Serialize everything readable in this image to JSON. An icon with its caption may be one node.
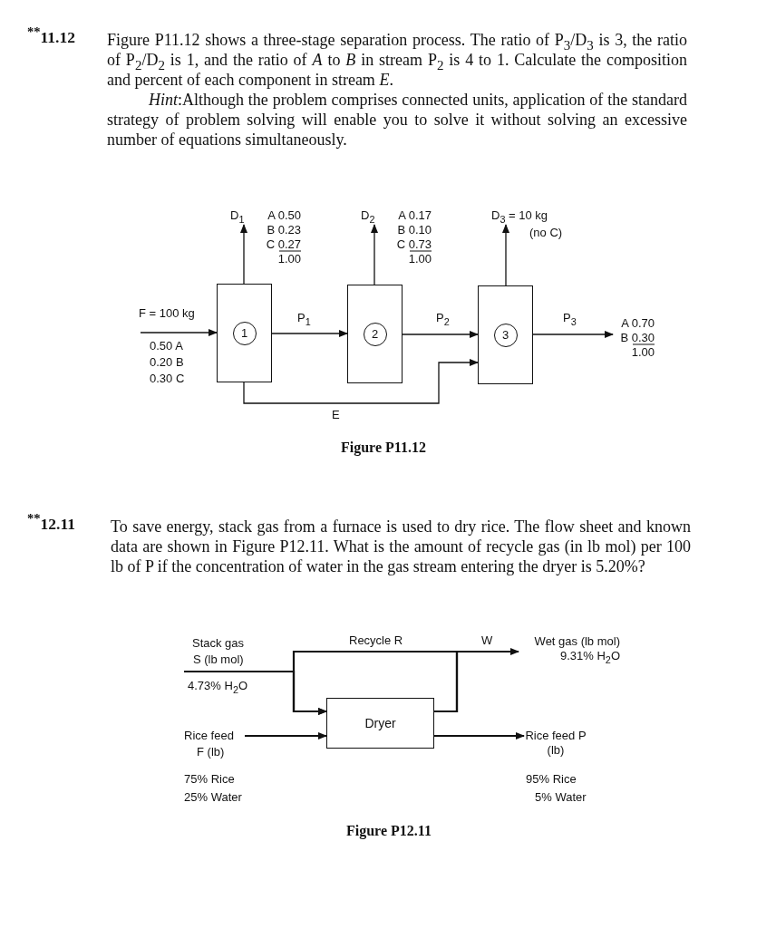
{
  "diagram": {
    "nodes": [
      {
        "text": [
          "D$_{1}$"
        ],
        "beside": [
          "A 0.50 B 0.23 C 0.27 1.00"
        ]
      },
      {
        "text": [
          "D$_{2}$"
        ],
        "beside": [
          "A 0.17 B 0.10 C 0.73 1.00"
        ]
      },
      {
        "text": [
          "D$_{3}$ = 10 kg"
        ],
        "beside": [
          "(no C)"
        ]
      },
      {
        "text": [
          "1"
        ]
      },
      {
        "text": [
          "2"
        ]
      },
      {
        "text": [
          "3"
        ]
      },
      {
        "text": [
          "A 0.70 B 0.30 1.00"
        ]
      },
      {
        "text": [
          "Wet gas (lb mol)",
          "9.31% H$_{2}$O"
        ]
      },
      {
        "text": [
          "Dryer"
        ]
      },
      {
        "text": [
          "Rice feed P (lb)"
        ]
      }
    ],
    "edges": [
      {
        "from": null,
        "to": 3,
        "arrow": "to",
        "label": "F = 100 kg"
      },
      {
        "from": 3,
        "to": 4,
        "arrow": "to",
        "label": "P$_{1}$"
      },
      {
        "from": 4,
        "to": 5,
        "arrow": "to",
        "label": "P$_{2}$"
      },
      {
        "from": 5,
        "to": 6,
        "arrow": "to",
        "label": "P$_{3}$"
      },
      {
        "from": 3,
        "to": 0,
        "arrow": "to"
      },
      {
        "from": 4,
        "to": 1,
        "arrow": "to"
      },
      {
        "from": 5,
        "to": 2,
        "arrow": "to"
      },
      {
        "from": 3,
        "to": 5,
        "arrow": "to",
        "label": "E"
      },
      {
        "from": null,
        "to": 8,
        "arrow": "to"
      },
      {
        "from": 8,
        "to": 8,
        "arrow": "to",
        "label": "Recycle R"
      },
      {
        "from": 8,
        "to": 7,
        "arrow": "to",
        "label": "W"
      },
      {
        "from": null,
        "to": 8,
        "arrow": "to"
      },
      {
        "from": 8,
        "to": 9,
        "arrow": "to"
      }
    ],
    "labels": [
      "$^{**}$11.12",
      "Figure P11.12 shows a three-stage separation process. The ratio of P$_{3}$/D$_{3}$ is 3, the ratio of P$_{2}$/D$_{2}$ is 1, and the ratio of *A* to *B* in stream P$_{2}$ is 4 to 1. Calculate the composition and percent of each component in stream *E*.",
      "*Hint*:Although the problem comprises connected units, application of the standard strategy of problem solving will enable you to solve it without solving an excessive number of equations simultaneously.",
      "0.50 A",
      "0.20 B",
      "0.30 C",
      "Figure P11.12",
      "$^{**}$12.11",
      "To save energy, stack gas from a furnace is used to dry rice. The flow sheet and known data are shown in Figure P12.11. What is the amount of recycle gas (in lb mol) per 100 lb of P if the concentration of water in the gas stream entering the dryer is 5.20%?",
      "Stack gas",
      "S (lb mol)",
      "4.73% H$_{2}$O",
      "Rice feed",
      "F (lb)",
      "75% Rice",
      "25% Water",
      "95% Rice",
      "5% Water",
      "Figure P12.11"
    ]
  }
}
